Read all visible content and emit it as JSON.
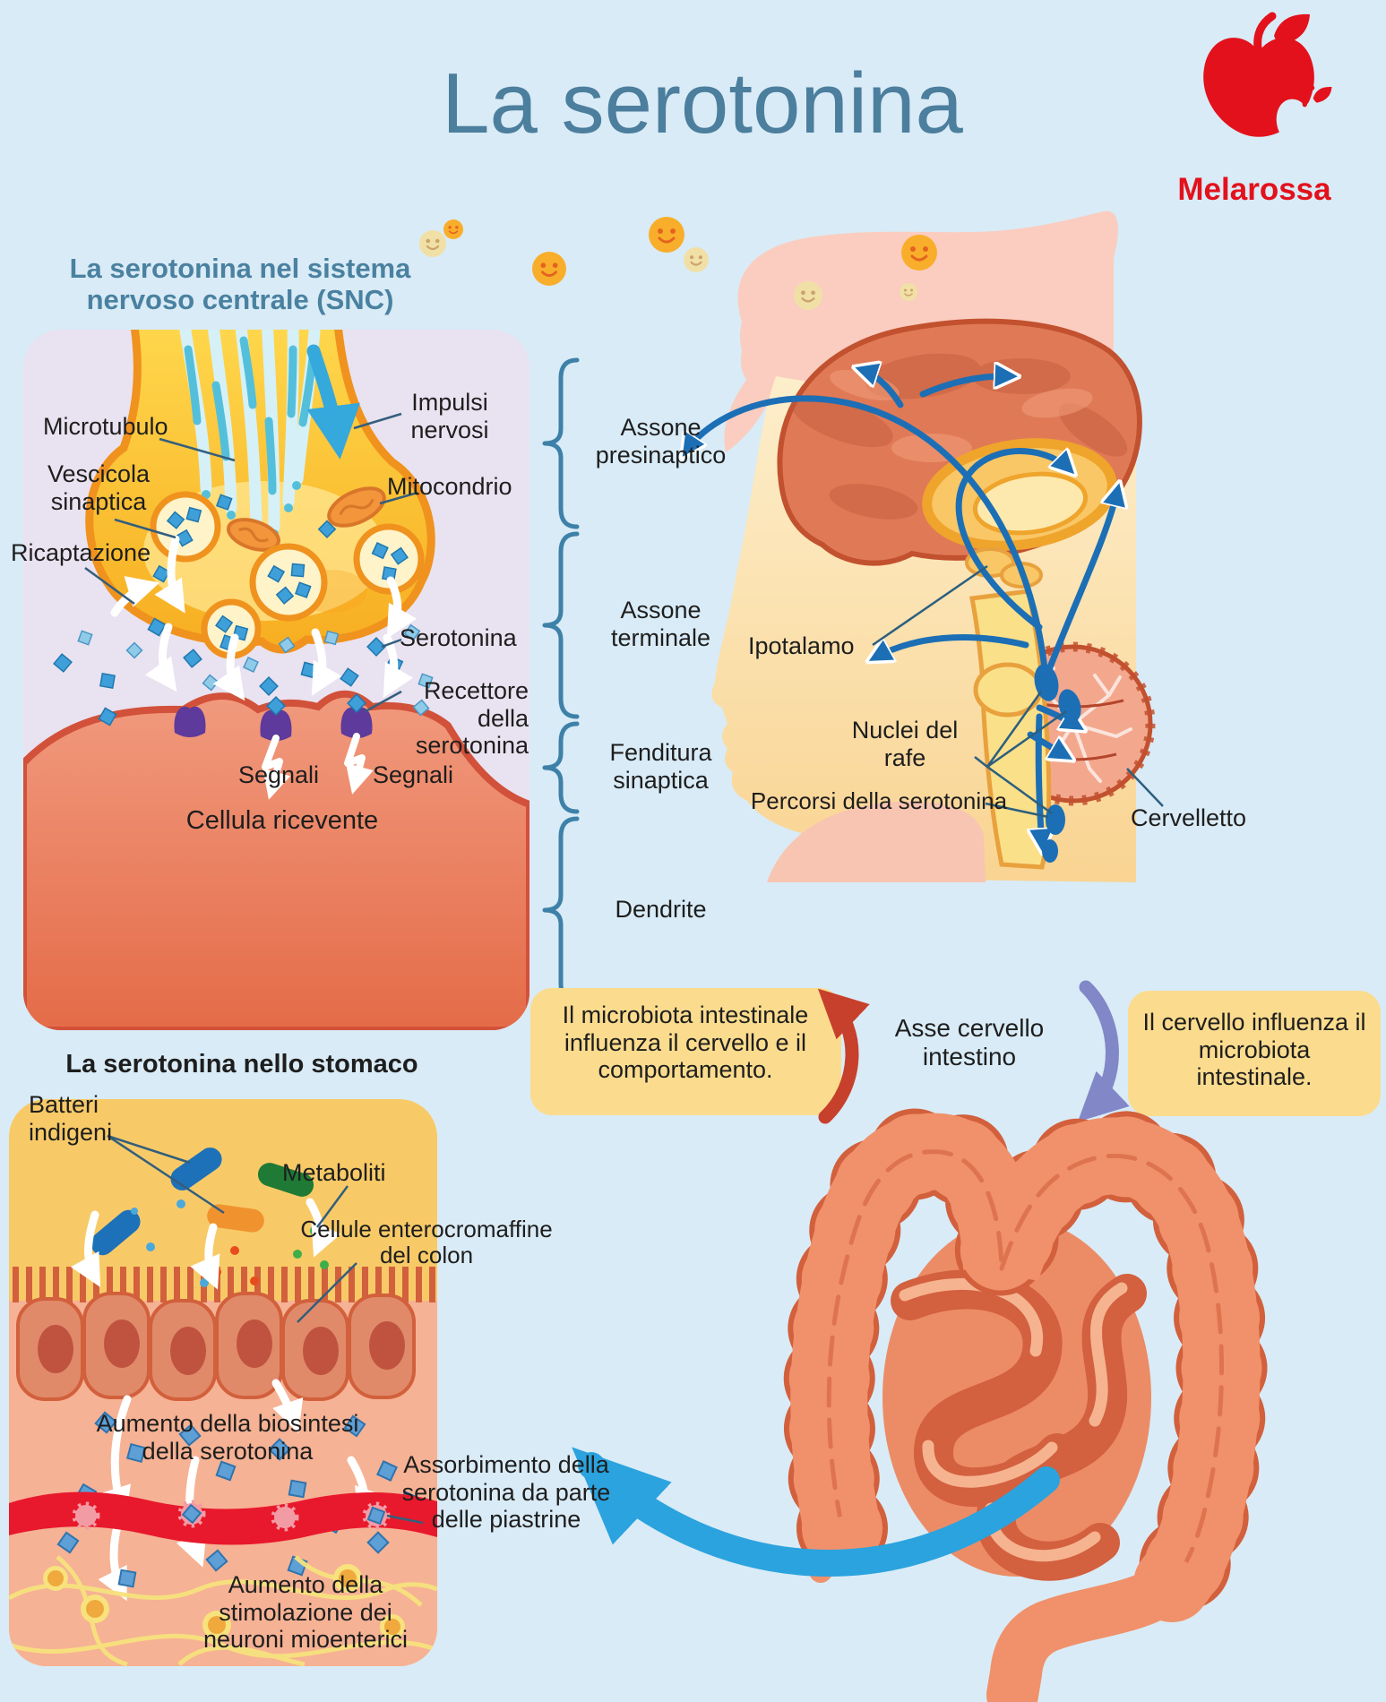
{
  "title": "La serotonina",
  "brand": "Melarossa",
  "snc": {
    "heading": "La serotonina nel sistema nervoso centrale (SNC)",
    "labels": {
      "microtubulo": "Microtubulo",
      "vescicola_sinaptica": "Vescicola sinaptica",
      "ricaptazione": "Ricaptazione",
      "impulsi_nervosi": "Impulsi nervosi",
      "mitocondrio": "Mitocondrio",
      "serotonina": "Serotonina",
      "recettore": "Recettore della serotonina",
      "segnali_1": "Segnali",
      "segnali_2": "Segnali",
      "cellula_ricevente": "Cellula ricevente"
    },
    "brackets": [
      {
        "label": "Assone presinaptico"
      },
      {
        "label": "Assone terminale"
      },
      {
        "label": "Fenditura sinaptica"
      },
      {
        "label": "Dendrite"
      }
    ]
  },
  "brain": {
    "labels": {
      "ipotalamo": "Ipotalamo",
      "nuclei_del_rafe": "Nuclei del rafe",
      "percorsi": "Percorsi della serotonina",
      "cervelletto": "Cervelletto"
    }
  },
  "gut_brain_axis": {
    "left_box": "Il microbiota intestinale influenza il cervello e il comportamento.",
    "center_label": "Asse cervello intestino",
    "right_box": "Il cervello influenza il microbiota intestinale."
  },
  "stomach": {
    "heading": "La serotonina nello stomaco",
    "labels": {
      "batteri_indigeni": "Batteri indigeni",
      "metaboliti": "Metaboliti",
      "cellule_enterocromaffine": "Cellule enterocromaffine del colon",
      "aumento_biosintesi": "Aumento della biosintesi della serotonina",
      "assorbimento": "Assorbimento della serotonina da parte delle piastrine",
      "aumento_stimolazione": "Aumento della stimolazione dei neuroni mioenterici"
    }
  },
  "colors": {
    "background": "#D9EBF6",
    "panel_lavender": "#E9E2F0",
    "panel_yellow": "#F8CA67",
    "box_yellow": "#FBDC8E",
    "title_teal": "#4C7E9D",
    "brand_red": "#E3111C",
    "arrow_red": "#C7402C",
    "arrow_purple": "#8287C8",
    "arrow_blue_big": "#2BA3DE",
    "pathway_blue": "#1C6FB5",
    "serotonin_blue": "#3F9FD8",
    "cell_coral": "#E5724F",
    "receptor_purple": "#5D3A9B"
  }
}
